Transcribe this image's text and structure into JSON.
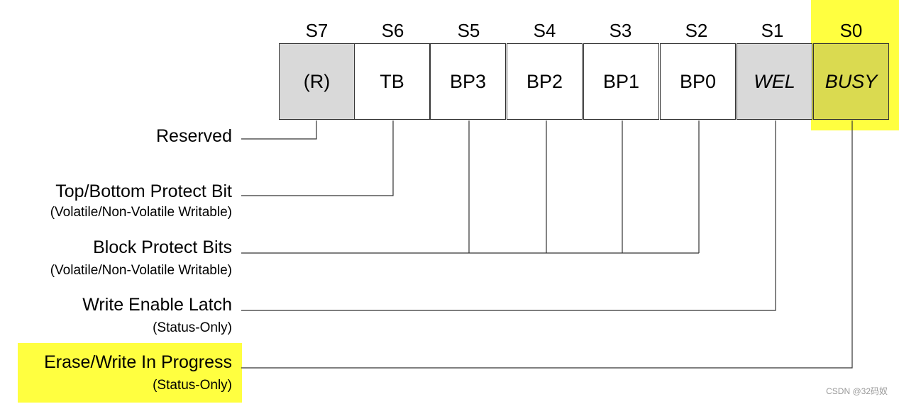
{
  "register": {
    "bits": [
      {
        "name": "S7",
        "field": "(R)",
        "fill": "#d9d9d9",
        "italic": false
      },
      {
        "name": "S6",
        "field": "TB",
        "fill": "#ffffff",
        "italic": false
      },
      {
        "name": "S5",
        "field": "BP3",
        "fill": "#ffffff",
        "italic": false
      },
      {
        "name": "S4",
        "field": "BP2",
        "fill": "#ffffff",
        "italic": false
      },
      {
        "name": "S3",
        "field": "BP1",
        "fill": "#ffffff",
        "italic": false
      },
      {
        "name": "S2",
        "field": "BP0",
        "fill": "#ffffff",
        "italic": false
      },
      {
        "name": "S1",
        "field": "WEL",
        "fill": "#d9d9d9",
        "italic": true
      },
      {
        "name": "S0",
        "field": "BUSY",
        "fill": "#dada50",
        "italic": true
      }
    ],
    "highlight_color": "#ffff40"
  },
  "descriptions": [
    {
      "label": "Reserved",
      "sub": ""
    },
    {
      "label": "Top/Bottom Protect Bit",
      "sub": "(Volatile/Non-Volatile Writable)"
    },
    {
      "label": "Block Protect Bits",
      "sub": "(Volatile/Non-Volatile Writable)"
    },
    {
      "label": "Write Enable Latch",
      "sub": "(Status-Only)"
    },
    {
      "label": "Erase/Write In Progress",
      "sub": "(Status-Only)"
    }
  ],
  "watermark": "CSDN @32码奴"
}
